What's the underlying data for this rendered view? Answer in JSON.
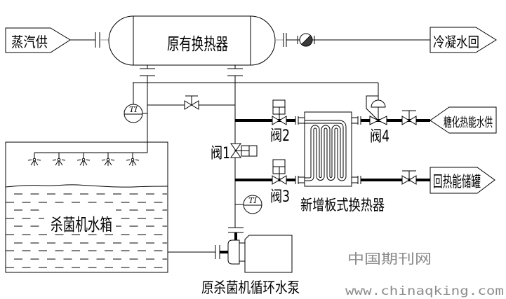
{
  "colors": {
    "line": "#000000",
    "watermark": "#8c8c8c",
    "background": "#ffffff"
  },
  "components": {
    "existing_heat_exchanger": {
      "label": "原有换热器"
    },
    "steam_supply": {
      "label": "蒸汽供"
    },
    "condensate_return": {
      "label": "冷凝水回"
    },
    "saccharification_heat_water_supply": {
      "label": "糖化热能水供"
    },
    "return_heat_storage_tank": {
      "label": "回热能储罐"
    },
    "new_plate_heat_exchanger": {
      "label": "新增板式换热器"
    },
    "sterilizer_water_tank": {
      "label": "杀菌机水箱"
    },
    "sterilizer_circulation_pump": {
      "label": "原杀菌机循环水泵"
    }
  },
  "valves": [
    {
      "label": "阀1"
    },
    {
      "label": "阀2"
    },
    {
      "label": "阀3"
    },
    {
      "label": "阀4"
    }
  ],
  "instruments": [
    {
      "label": "TI"
    },
    {
      "label": "TI"
    }
  ],
  "watermark": {
    "site_name": "中国期刊网",
    "url": "www.chinaqking.com"
  }
}
